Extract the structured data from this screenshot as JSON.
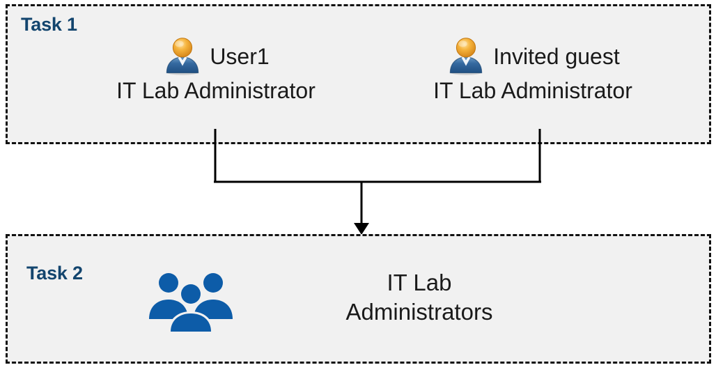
{
  "diagram": {
    "title": "Task 1 / Task 2 group membership flow",
    "background_color": "#FFFFFF",
    "box_fill_color": "#F1F1F1",
    "box_border_color": "#111111",
    "label_color": "#13456E",
    "text_color": "#1A1A1A",
    "group_icon_color": "#0D5CA8",
    "connector_color": "#000000"
  },
  "task1": {
    "label": "Task 1",
    "people": [
      {
        "icon": "user-icon",
        "name": "User1",
        "role": "IT Lab Administrator"
      },
      {
        "icon": "user-icon",
        "name": "Invited guest",
        "role": "IT Lab Administrator"
      }
    ]
  },
  "task2": {
    "label": "Task 2",
    "group": {
      "icon": "users-group-icon",
      "name_line1": "IT Lab",
      "name_line2": "Administrators"
    }
  },
  "connector": {
    "type": "merge-arrow",
    "from": [
      "User1",
      "Invited guest"
    ],
    "to": "IT Lab Administrators",
    "arrow_head": "down-arrow-icon"
  }
}
